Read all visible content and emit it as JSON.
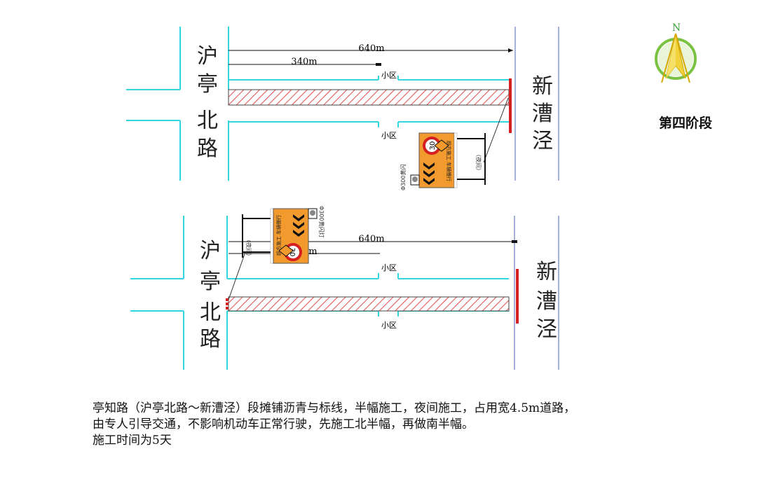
{
  "stage_label": "第四阶段",
  "compass_letter": "N",
  "panels": {
    "top": {
      "west_road": [
        "沪",
        "亭",
        "北",
        "路"
      ],
      "east_road": [
        "新",
        "漕",
        "泾"
      ],
      "dim_total": "640m",
      "dim_partial": "340m",
      "community_north": "小区",
      "community_south": "小区",
      "sign_speed": "30",
      "sign_side_note": "（夜间）",
      "sign_pole_note": "Φ300黄闪",
      "sign_board_text": "前方施工 车辆慢行"
    },
    "bottom": {
      "west_road": [
        "沪",
        "亭",
        "北",
        "路"
      ],
      "east_road": [
        "新",
        "漕",
        "泾"
      ],
      "dim_total": "640m",
      "dim_partial": "340m",
      "community_north": "小区",
      "community_south": "小区",
      "sign_speed": "30",
      "sign_side_note": "（夜间）",
      "sign_pole_note": "Φ300黄闪灯",
      "sign_board_text": "前方施工 车辆慢行"
    }
  },
  "description": {
    "line1": "亭知路（沪亭北路～新漕泾）段摊铺沥青与标线，半幅施工，夜间施工，占用宽4.5m道路，",
    "line2": "由专人引导交通，不影响机动车正常行驶，先施工北半幅，再做南半幅。",
    "line3": "施工时间为5天"
  },
  "colors": {
    "road_edge": "#33d6e0",
    "road_line": "#8899cc",
    "work_zone": "#e05a5a",
    "barrier": "#d42020",
    "sign_orange": "#f29a2e",
    "dim_line": "#111111"
  }
}
